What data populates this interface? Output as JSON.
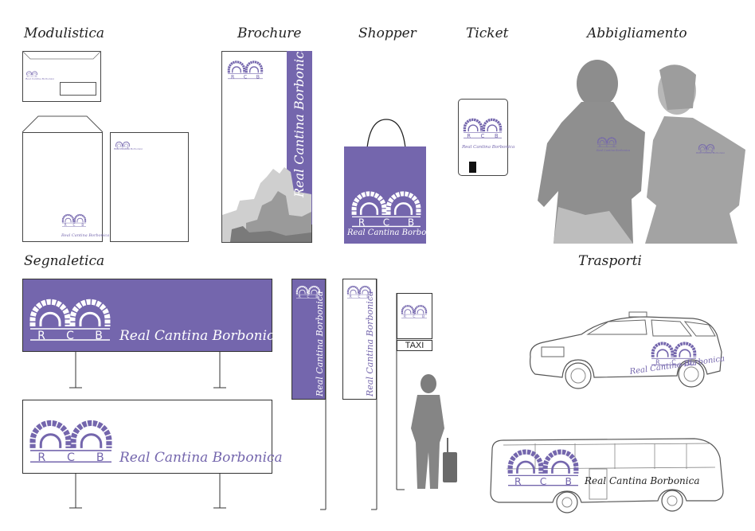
{
  "sections": {
    "modulistica": "Modulistica",
    "brochure": "Brochure",
    "shopper": "Shopper",
    "ticket": "Ticket",
    "abbigliamento": "Abbigliamento",
    "segnaletica": "Segnaletica",
    "trasporti": "Trasporti"
  },
  "brand": {
    "name": "Real Cantina Borbonica",
    "monogram": "RCB",
    "color": "#7466ad"
  },
  "taxi_sign": "TAXI"
}
